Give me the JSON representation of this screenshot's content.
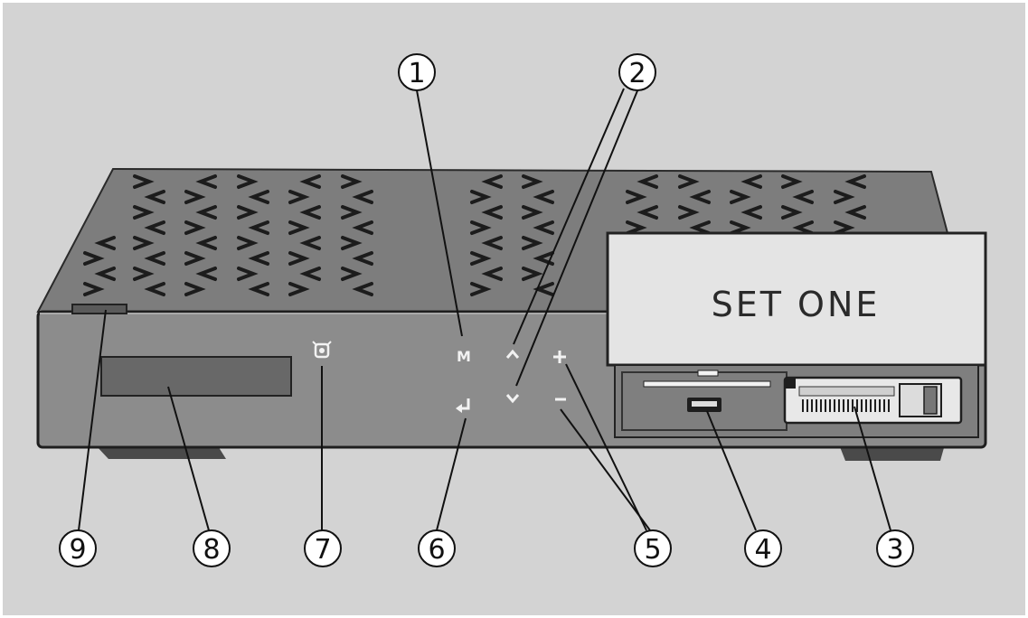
{
  "device": {
    "panel_text": "SET ONE",
    "buttons": {
      "menu": "M",
      "up": "^",
      "down": "v",
      "plus": "+",
      "minus": "–",
      "enter": "↵"
    }
  },
  "callouts": [
    {
      "id": "1",
      "label": "1"
    },
    {
      "id": "2",
      "label": "2"
    },
    {
      "id": "3",
      "label": "3"
    },
    {
      "id": "4",
      "label": "4"
    },
    {
      "id": "5",
      "label": "5"
    },
    {
      "id": "6",
      "label": "6"
    },
    {
      "id": "7",
      "label": "7"
    },
    {
      "id": "8",
      "label": "8"
    },
    {
      "id": "9",
      "label": "9"
    }
  ]
}
